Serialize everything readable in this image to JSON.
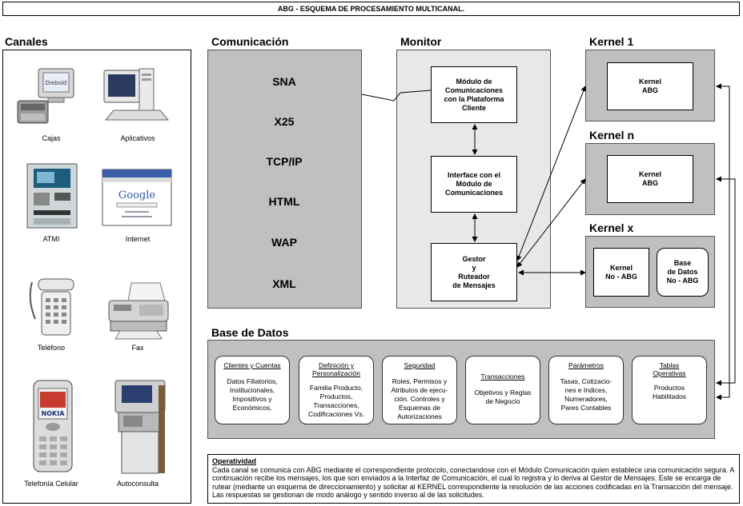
{
  "title": "ABG - ESQUEMA DE PROCESAMIENTO MULTICANAL.",
  "sections": {
    "canales": "Canales",
    "comunicacion": "Comunicación",
    "monitor": "Monitor",
    "kernel1": "Kernel 1",
    "kerneln": "Kernel n",
    "kernelx": "Kernel x",
    "base_datos": "Base de Datos"
  },
  "channels": [
    {
      "label": "Cajas",
      "icon": "cash-register-icon"
    },
    {
      "label": "Aplicativos",
      "icon": "desktop-computer-icon"
    },
    {
      "label": "ATMI",
      "icon": "atm-icon"
    },
    {
      "label": "Internet",
      "icon": "browser-window-icon"
    },
    {
      "label": "Teléfono",
      "icon": "telephone-icon"
    },
    {
      "label": "Fax",
      "icon": "fax-machine-icon"
    },
    {
      "label": "Telefonía Celular",
      "icon": "cell-phone-icon"
    },
    {
      "label": "Autoconsulta",
      "icon": "kiosk-icon"
    }
  ],
  "protocols": [
    "SNA",
    "X25",
    "TCP/IP",
    "HTML",
    "WAP",
    "XML"
  ],
  "monitor_modules": {
    "comunicaciones": "Módulo de\nComunicaciones\ncon la Plataforma\nCliente",
    "interface": "Interface con el\nMódulo de\nComunicaciones",
    "gestor": "Gestor\ny\nRuteador\nde Mensajes"
  },
  "kernels": {
    "k1": "Kernel\nABG",
    "kn": "Kernel\nABG",
    "kx_kernel": "Kernel\nNo - ABG",
    "kx_db": "Base\nde Datos\nNo - ABG"
  },
  "database_cards": [
    {
      "title": "Clientes y Cuentas",
      "body": "Datos Filiatorios,\nInstitucionales,\nImpositivos y\nEconómicos,"
    },
    {
      "title": "Definición y\nPersonalización",
      "body": "Familia Producto,\nProductos,\nTransacciones,\nCodificaciones Vs."
    },
    {
      "title": "Seguridad",
      "body": "Roles, Permisos y\nAtributos de ejecu-\nción. Controles y\nEsquemas de\nAutorizaciones"
    },
    {
      "title": "Transacciones",
      "body": "Objetivos y Reglas\nde Negocio"
    },
    {
      "title": "Parámetros",
      "body": "Tasas, Cotizacio-\nnes e Indices,\nNumeradores,\nPares Contables"
    },
    {
      "title": "Tablas\nOperativas",
      "body": "Productos\nHabilitados"
    }
  ],
  "operatividad": {
    "heading": "Operatividad",
    "text": "Cada canal se comunica con ABG mediante el correspondiente protocolo, conectandose con el Módulo Comunicación quien establece una comunicación segura. A continuación recibe los mensajes, los que son enviados a la Interfaz de Comunicación, el cual lo registra y lo deriva al Gestor de Mensajes. Este se encarga de rutear (mediante un esquema de direccionamiento) y solicitar al KERNEL correspondiente la resolución de las acciones codificadas en la Transacción del mensaje. Las respuestas se gestionan de modo análogo y sentido inverso al de las solicitudes."
  }
}
